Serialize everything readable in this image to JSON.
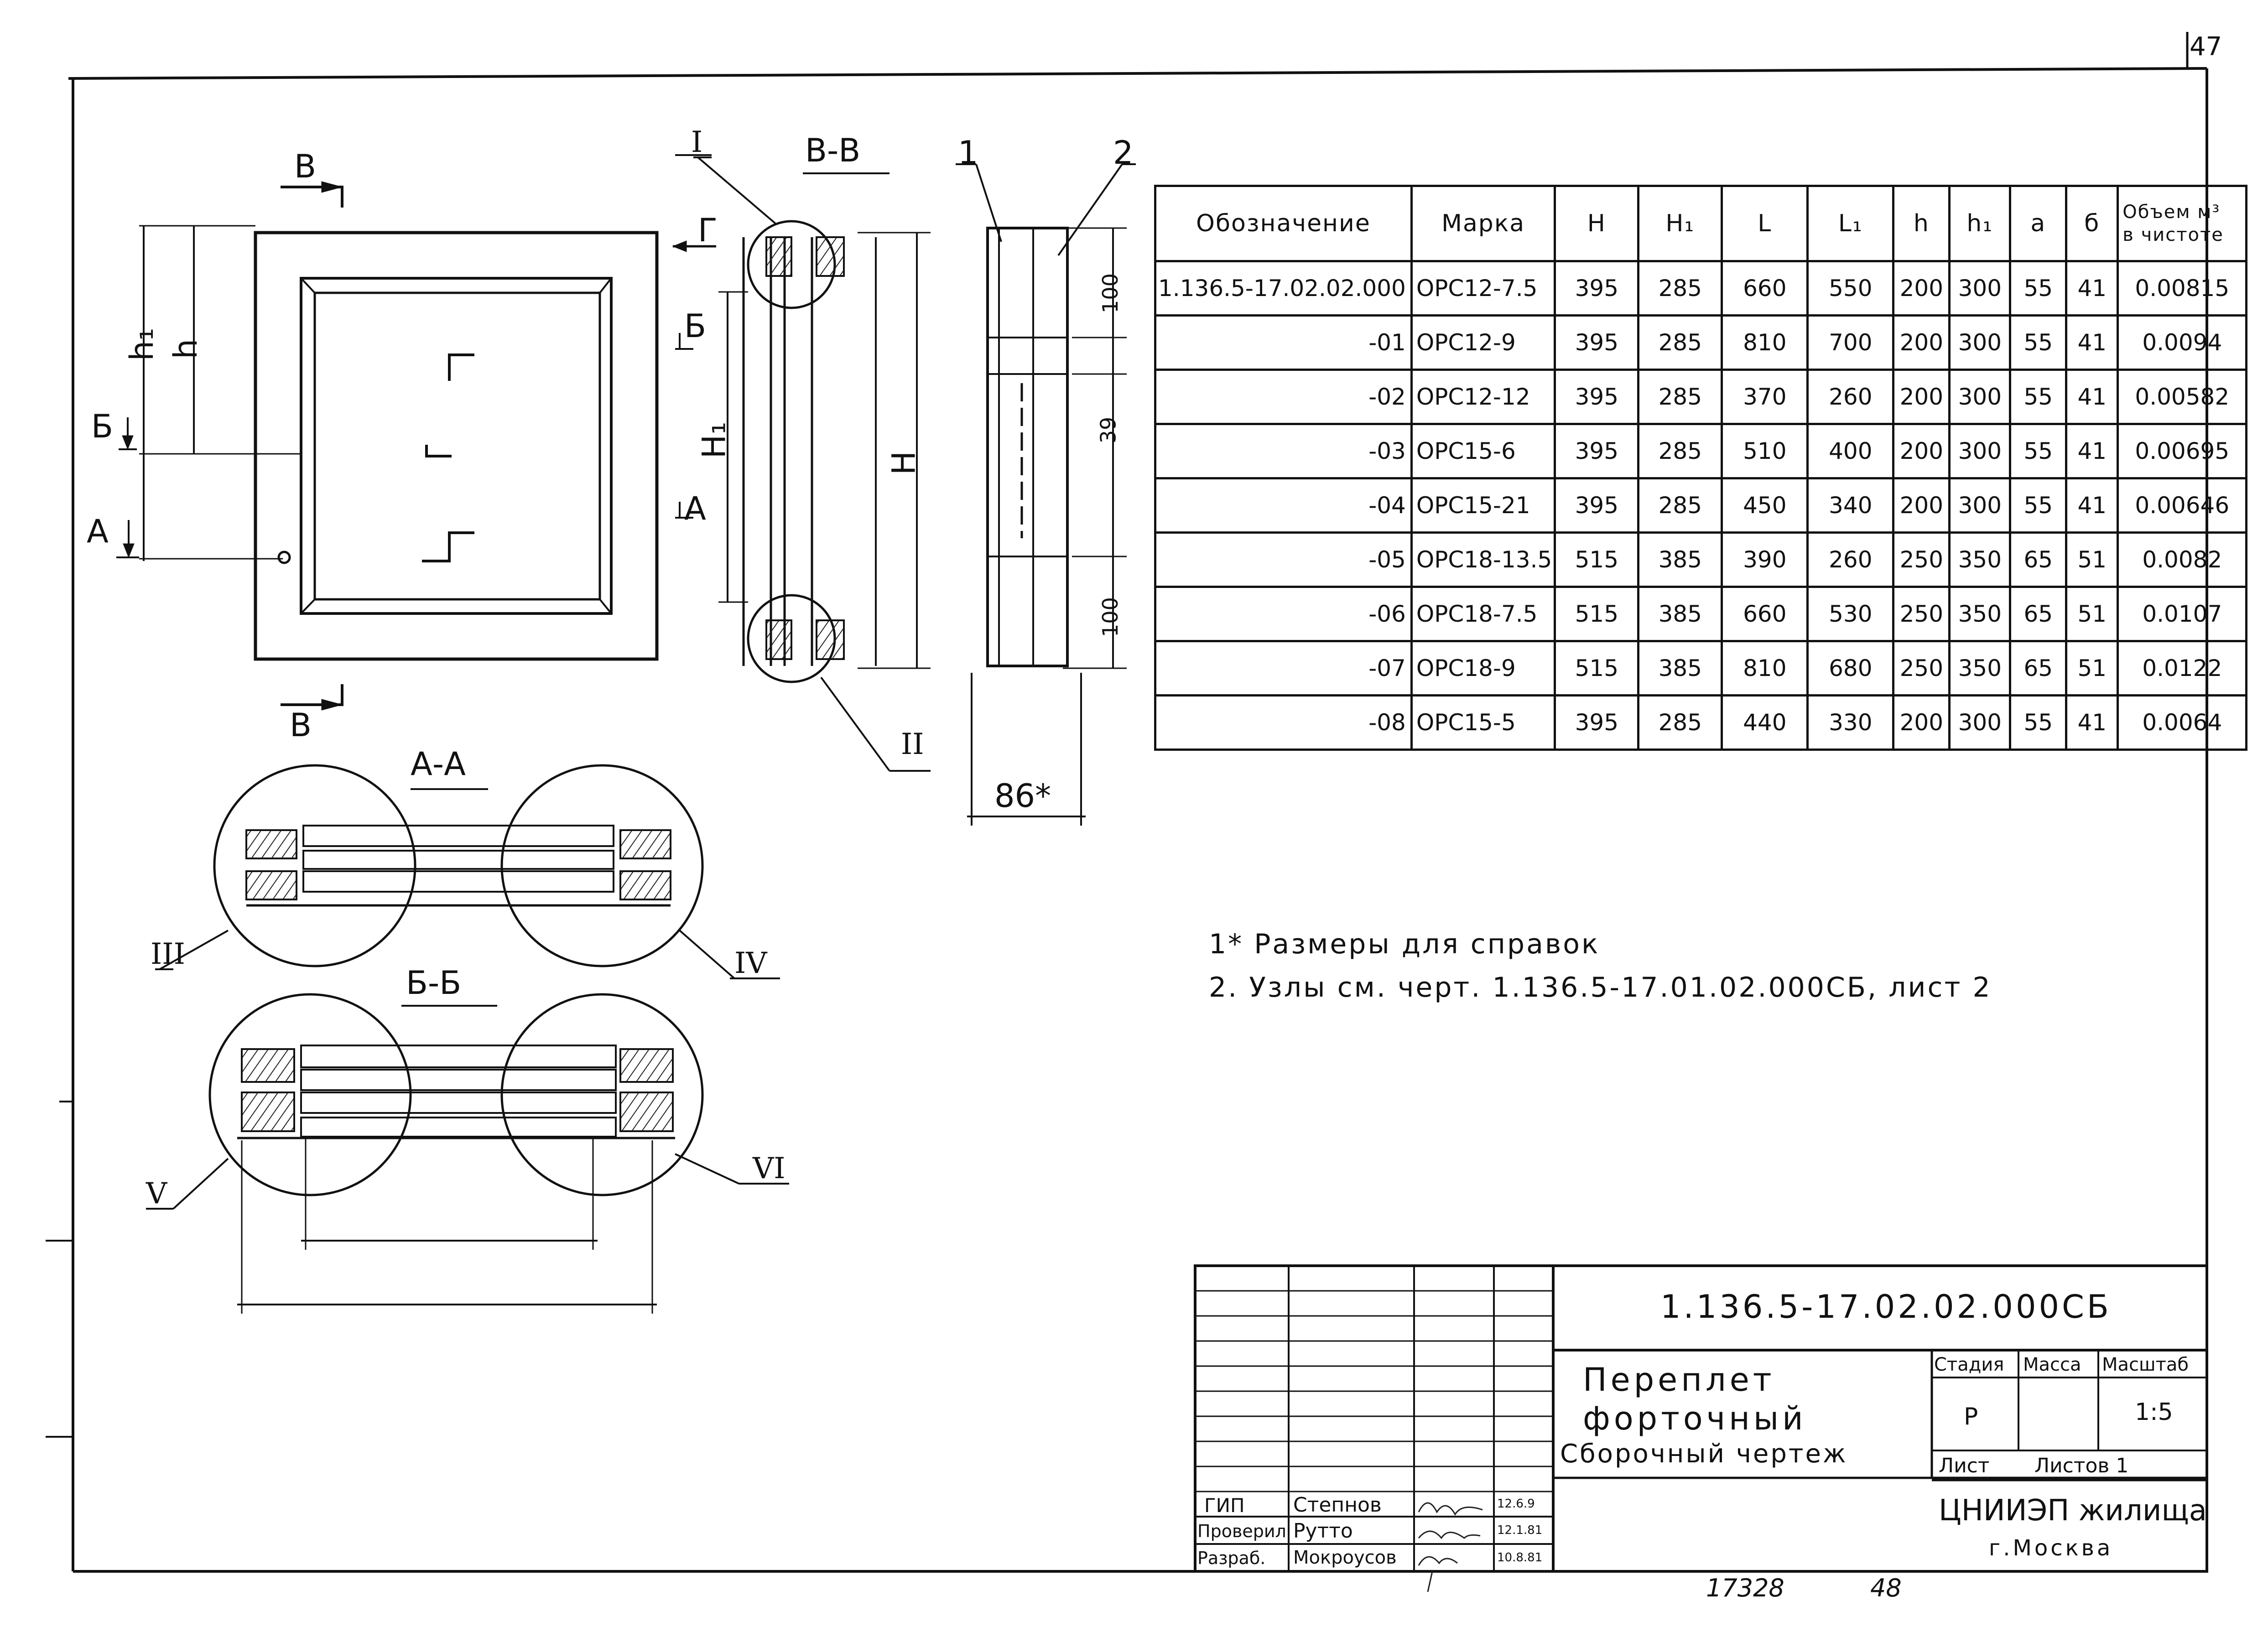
{
  "page_number": "47",
  "front_view": {
    "section_b": "В",
    "letter_g": "Г",
    "dims": {
      "h1": "h₁",
      "h": "h",
      "H1": "H₁",
      "H": "H"
    },
    "cut_marks": {
      "b": "Б",
      "a": "А"
    }
  },
  "section_vv": {
    "title": "В-В",
    "node_1": "I",
    "node_2": "II"
  },
  "side_view": {
    "callout_1": "1",
    "callout_2": "2",
    "dim_top": "100",
    "dim_mid": "39",
    "dim_bottom": "100",
    "width": "86*"
  },
  "section_aa": {
    "title": "А-А",
    "node_left": "III",
    "node_right": "IV"
  },
  "section_bb": {
    "title": "Б-Б",
    "node_left": "V",
    "node_right": "VI"
  },
  "spec_table": {
    "headers": [
      "Обозначение",
      "Марка",
      "H",
      "H₁",
      "L",
      "L₁",
      "h",
      "h₁",
      "a",
      "б",
      "Объем м³",
      "в чистоте"
    ],
    "rows": [
      [
        "1.136.5-17.02.02.000",
        "ОРС12-7.5",
        "395",
        "285",
        "660",
        "550",
        "200",
        "300",
        "55",
        "41",
        "0.00815"
      ],
      [
        "-01",
        "ОРС12-9",
        "395",
        "285",
        "810",
        "700",
        "200",
        "300",
        "55",
        "41",
        "0.0094"
      ],
      [
        "-02",
        "ОРС12-12",
        "395",
        "285",
        "370",
        "260",
        "200",
        "300",
        "55",
        "41",
        "0.00582"
      ],
      [
        "-03",
        "ОРС15-6",
        "395",
        "285",
        "510",
        "400",
        "200",
        "300",
        "55",
        "41",
        "0.00695"
      ],
      [
        "-04",
        "ОРС15-21",
        "395",
        "285",
        "450",
        "340",
        "200",
        "300",
        "55",
        "41",
        "0.00646"
      ],
      [
        "-05",
        "ОРС18-13.5",
        "515",
        "385",
        "390",
        "260",
        "250",
        "350",
        "65",
        "51",
        "0.0082"
      ],
      [
        "-06",
        "ОРС18-7.5",
        "515",
        "385",
        "660",
        "530",
        "250",
        "350",
        "65",
        "51",
        "0.0107"
      ],
      [
        "-07",
        "ОРС18-9",
        "515",
        "385",
        "810",
        "680",
        "250",
        "350",
        "65",
        "51",
        "0.0122"
      ],
      [
        "-08",
        "ОРС15-5",
        "395",
        "285",
        "440",
        "330",
        "200",
        "300",
        "55",
        "41",
        "0.0064"
      ]
    ]
  },
  "notes": [
    "1* Размеры для справок",
    "2. Узлы см. черт. 1.136.5-17.01.02.000СБ, лист 2"
  ],
  "title_block": {
    "doc_code": "1.136.5-17.02.02.000СБ",
    "title_l1": "Переплет",
    "title_l2": "форточный",
    "title_l3": "Сборочный чертеж",
    "stage_hdr": "Стадия",
    "mass_hdr": "Масса",
    "scale_hdr": "Масштаб",
    "stage": "Р",
    "scale": "1:5",
    "sheet_lbl": "Лист",
    "sheets_lbl": "Листов 1",
    "org_l1": "ЦНИИЭП жилища",
    "org_l2": "г.Москва",
    "roles": [
      {
        "role": "ГИП",
        "name": "Степнов",
        "date": "12.6.9"
      },
      {
        "role": "Проверил",
        "name": "Рутто",
        "date": "12.1.81"
      },
      {
        "role": "Разраб.",
        "name": "Мокроусов",
        "date": "10.8.81"
      }
    ]
  },
  "footer": {
    "inv": "17328",
    "page": "48"
  }
}
